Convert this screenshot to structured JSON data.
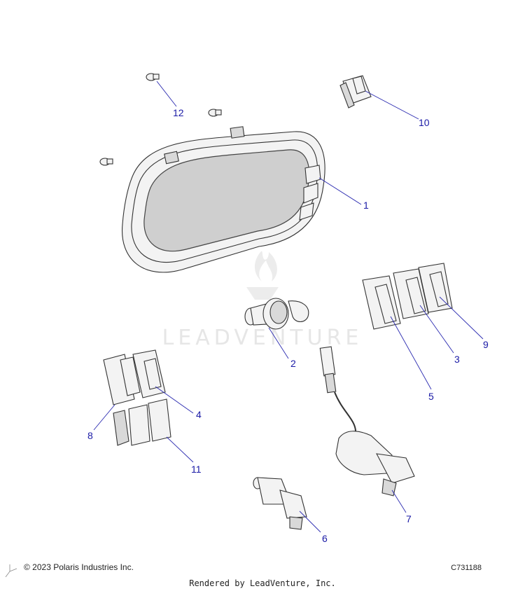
{
  "watermark": {
    "text": "LEADVENTURE"
  },
  "callouts": [
    "1",
    "2",
    "3",
    "4",
    "5",
    "6",
    "7",
    "8",
    "9",
    "10",
    "11",
    "12"
  ],
  "footer": {
    "copyright": "© 2023 Polaris Industries Inc.",
    "drawing_number": "C731188",
    "rendered_by": "Rendered by LeadVenture, Inc."
  },
  "colors": {
    "callout": "#1a1aa6",
    "line": "#333333"
  }
}
